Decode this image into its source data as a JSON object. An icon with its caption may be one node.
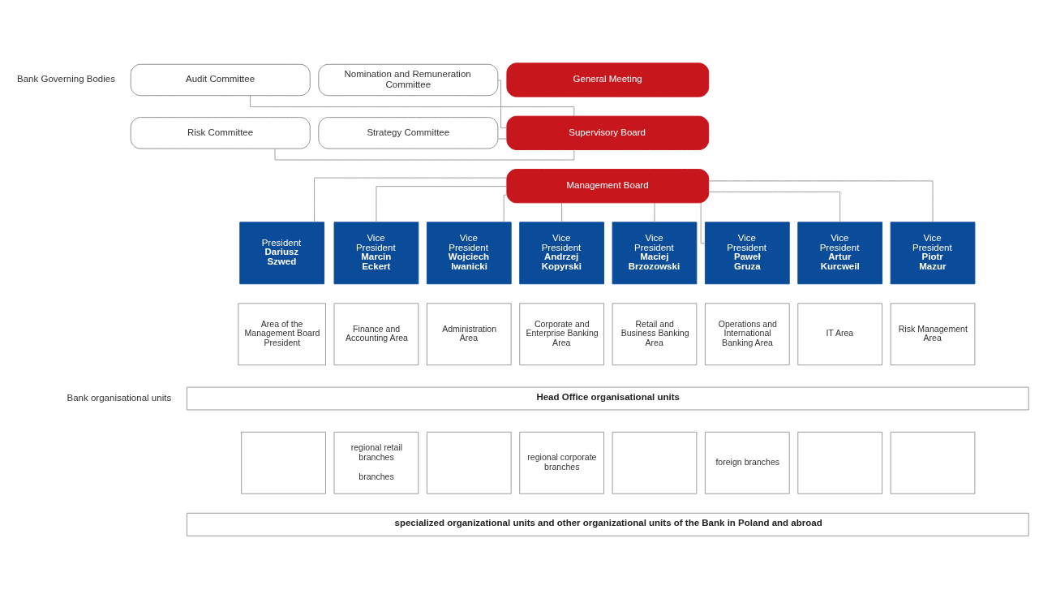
{
  "diagram": {
    "nodes": [
      {
        "text": [
          "General Meeting"
        ]
      },
      {
        "text": [
          "Audit Committee"
        ]
      },
      {
        "text": [
          "Nomination and Remuneration Committee"
        ]
      },
      {
        "text": [
          "Supervisory Board"
        ]
      },
      {
        "text": [
          "Risk Committee"
        ]
      },
      {
        "text": [
          "Strategy Committee"
        ]
      },
      {
        "text": [
          "Management Board"
        ]
      },
      {
        "text": [
          "President",
          "Dariusz Szwed"
        ]
      },
      {
        "text": [
          "Vice President",
          "Marcin Eckert"
        ]
      },
      {
        "text": [
          "Vice President",
          "Wojciech Iwanicki"
        ]
      },
      {
        "text": [
          "Vice President",
          "Andrzej Kopyrski"
        ]
      },
      {
        "text": [
          "Vice President",
          "Maciej Brzozowski"
        ]
      },
      {
        "text": [
          "Vice President",
          "Paweł Gruza"
        ]
      },
      {
        "text": [
          "Vice President",
          "Artur Kurcweil"
        ]
      },
      {
        "text": [
          "Vice President",
          "Piotr Mazur"
        ]
      },
      {
        "text": [
          "Area of the Management Board President"
        ]
      },
      {
        "text": [
          "Finance and Accounting Area"
        ]
      },
      {
        "text": [
          "Administration Area"
        ]
      },
      {
        "text": [
          "Corporate and Enterprise Banking Area"
        ]
      },
      {
        "text": [
          "Retail and Business Banking Area"
        ]
      },
      {
        "text": [
          "Operations and International Banking Area"
        ]
      },
      {
        "text": [
          "IT Area"
        ]
      },
      {
        "text": [
          "Risk Management Area"
        ]
      },
      {
        "text": [
          "Head Office organisational units"
        ]
      },
      {
        "text": [],
        "shape": "box"
      },
      {
        "text": [
          "regional retail branches",
          "branches"
        ]
      },
      {
        "text": [],
        "shape": "box"
      },
      {
        "text": [
          "regional corporate branches"
        ]
      },
      {
        "text": [],
        "shape": "box"
      },
      {
        "text": [
          "foreign branches"
        ]
      },
      {
        "text": [],
        "shape": "box"
      },
      {
        "text": [],
        "shape": "box"
      },
      {
        "text": [
          "specialized organizational units and other organizational units of the Bank in Poland and abroad"
        ]
      }
    ],
    "edges": [
      {
        "from": 1,
        "to": 3,
        "arrow": "none"
      },
      {
        "from": 4,
        "to": 3,
        "arrow": "none"
      },
      {
        "from": 2,
        "to": 3,
        "arrow": "none"
      },
      {
        "from": 5,
        "to": 3,
        "arrow": "none"
      },
      {
        "from": 6,
        "to": 7,
        "arrow": "none"
      },
      {
        "from": 6,
        "to": 8,
        "arrow": "none"
      },
      {
        "from": 6,
        "to": 9,
        "arrow": "none"
      },
      {
        "from": 6,
        "to": 10,
        "arrow": "none"
      },
      {
        "from": 6,
        "to": 11,
        "arrow": "none"
      },
      {
        "from": 6,
        "to": 12,
        "arrow": "none"
      },
      {
        "from": 6,
        "to": 13,
        "arrow": "none"
      },
      {
        "from": 6,
        "to": 14,
        "arrow": "none"
      }
    ],
    "labels": [
      "Bank Governing Bodies",
      "Bank organisational units"
    ]
  }
}
